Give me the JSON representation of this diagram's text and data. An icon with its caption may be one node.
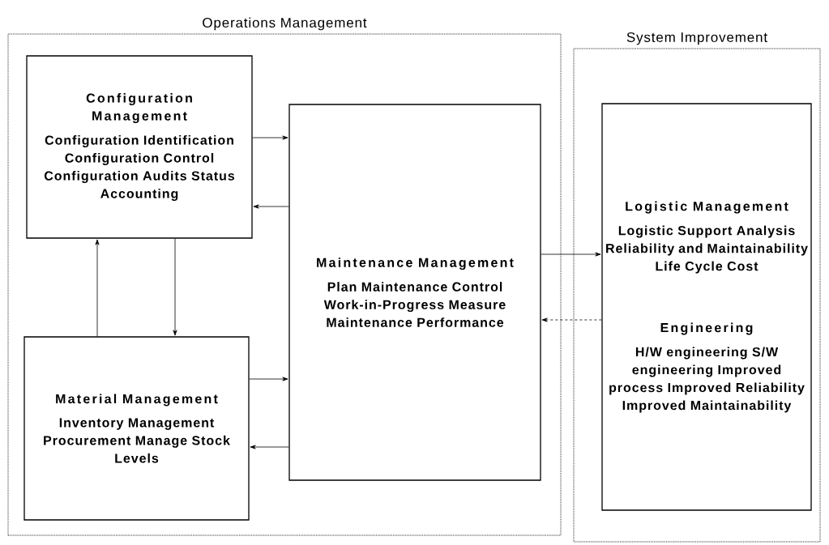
{
  "diagram": {
    "nodes": [
      {
        "text": [
          "Operations Management"
        ]
      },
      {
        "text": [
          "Configuration Management",
          "Configuration Identification Configuration Control Configuration Audits Status Accounting"
        ],
        "in": 0
      },
      {
        "text": [
          "Maintenance Management",
          "Plan Maintenance Control Work-in-Progress Measure Maintenance Performance"
        ],
        "in": 0
      },
      {
        "text": [
          "Material Management",
          "Inventory Management Procurement Manage Stock Levels"
        ],
        "in": 0
      },
      {
        "text": [
          "System Improvement"
        ]
      },
      {
        "text": [
          "Logistic Management",
          "Logistic Support Analysis Reliability and Maintainability Life Cycle Cost",
          "Engineering",
          "H/W engineering S/W engineering Improved process Improved Reliability Improved Maintainability"
        ],
        "in": 4
      }
    ],
    "edges": [
      {
        "from": 1,
        "to": 2,
        "arrow": "to"
      },
      {
        "from": 2,
        "to": 1,
        "arrow": "to"
      },
      {
        "from": 1,
        "to": 3,
        "arrow": "to"
      },
      {
        "from": 3,
        "to": 1,
        "arrow": "to"
      },
      {
        "from": 3,
        "to": 2,
        "arrow": "to"
      },
      {
        "from": 2,
        "to": 3,
        "arrow": "to"
      },
      {
        "from": 2,
        "to": 5,
        "arrow": "to"
      },
      {
        "from": 5,
        "to": 2,
        "arrow": "to",
        "style": "dashed"
      }
    ]
  }
}
